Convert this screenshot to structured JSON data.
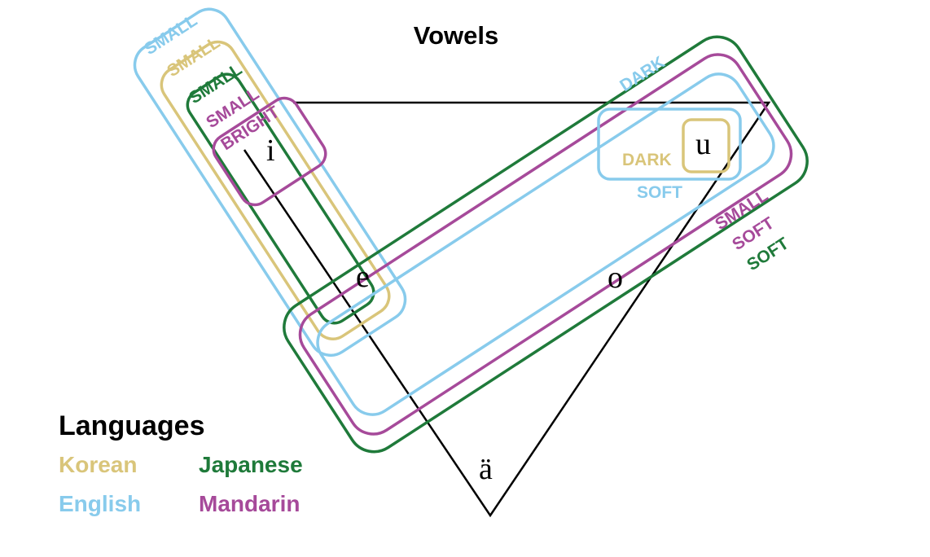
{
  "title": "Vowels",
  "colors": {
    "korean": "#d9c57a",
    "english": "#88cbec",
    "japanese": "#1f7a3a",
    "mandarin": "#a64a9a",
    "triangle": "#000000"
  },
  "vowels": {
    "i": "i",
    "e": "e",
    "o": "o",
    "u": "u",
    "a": "ä"
  },
  "front_group_labels": {
    "english": "SMALL",
    "korean": "SMALL",
    "japanese": "SMALL",
    "mandarin_outer": "SMALL",
    "mandarin_inner": "BRIGHT"
  },
  "back_group_labels": {
    "english": "DARK",
    "mandarin_small": "SMALL",
    "mandarin_soft": "SOFT",
    "japanese": "SOFT"
  },
  "u_group_labels": {
    "korean": "DARK",
    "english": "SOFT"
  },
  "legend": {
    "title": "Languages",
    "korean": "Korean",
    "japanese": "Japanese",
    "english": "English",
    "mandarin": "Mandarin"
  }
}
